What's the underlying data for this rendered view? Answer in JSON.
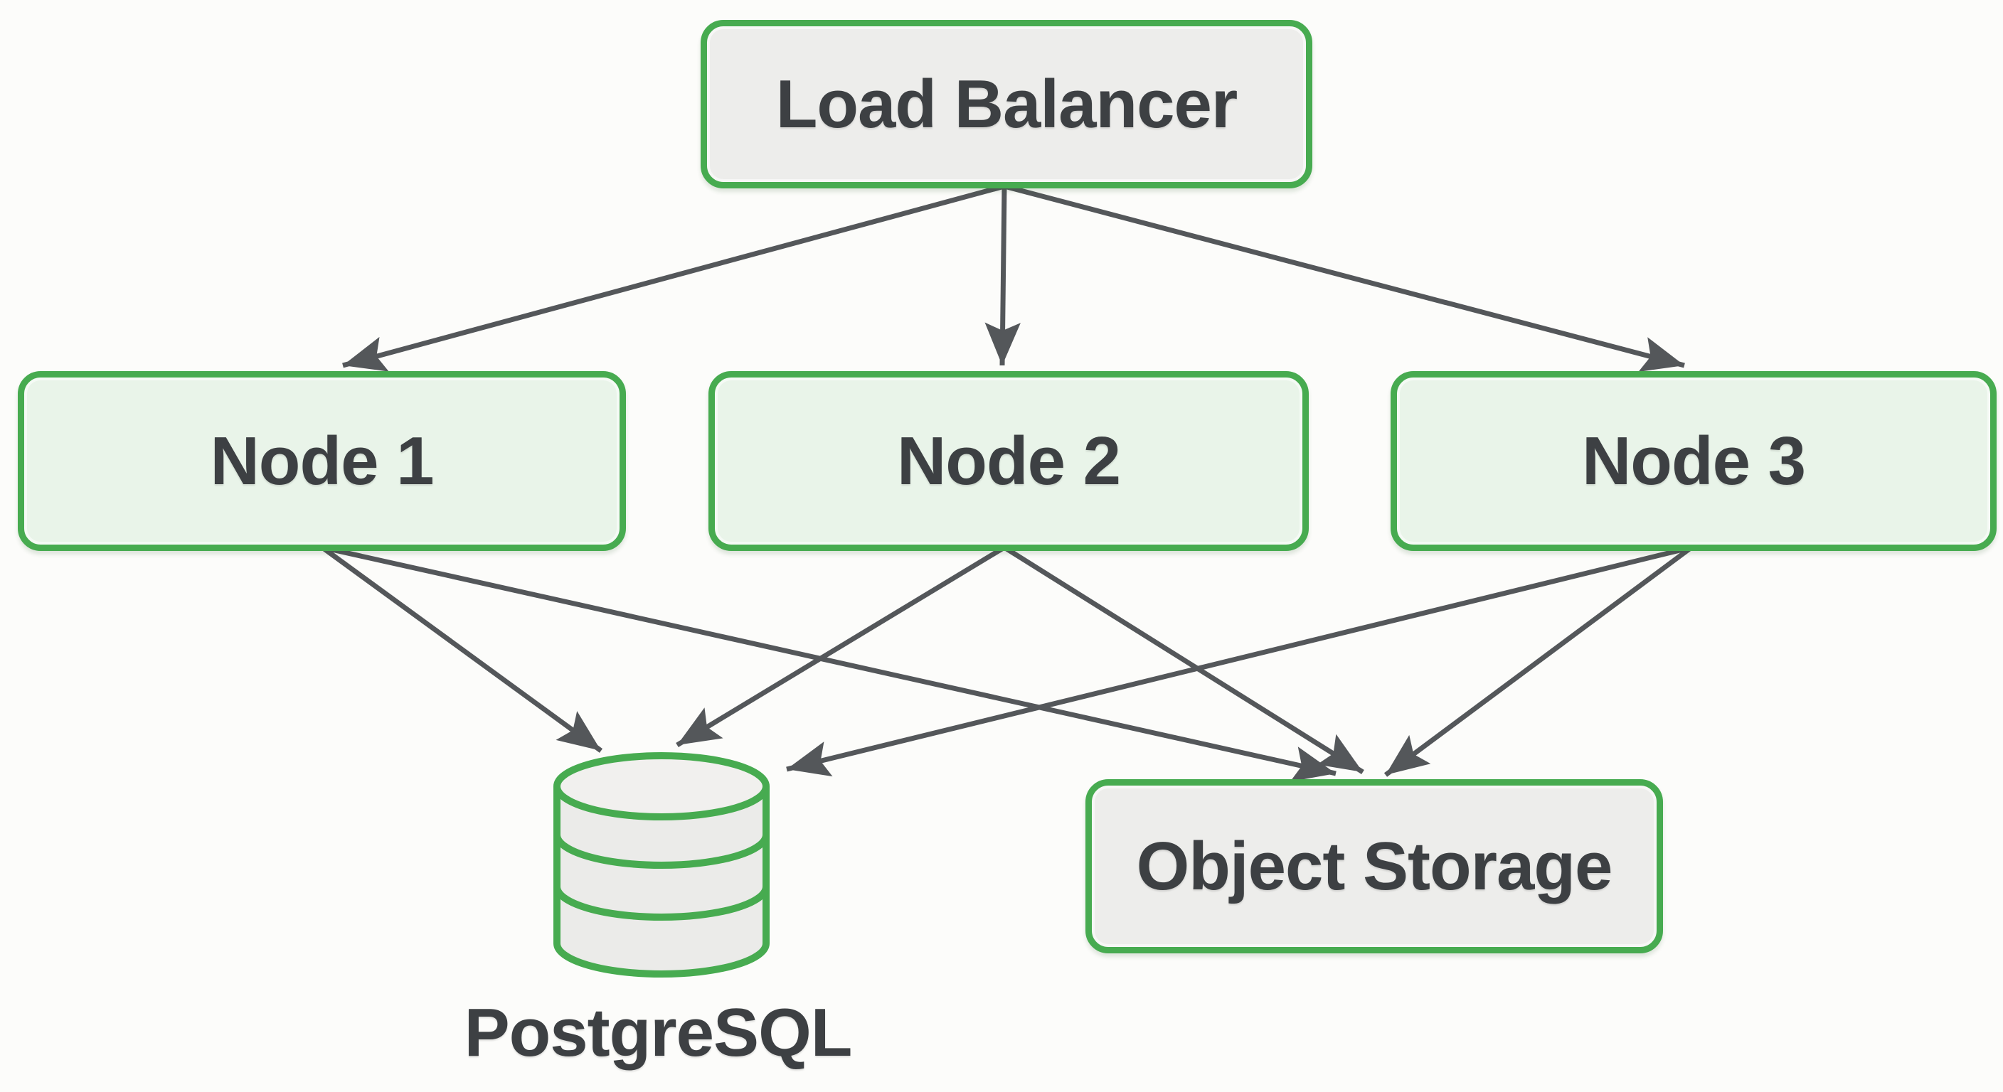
{
  "page": {
    "background_color": "#fcfcfa"
  },
  "diagram": {
    "type": "architecture-flowchart",
    "colors": {
      "accent_green": "#47ab50",
      "node_fill_green": "#e9f4e9",
      "box_fill_grey": "#ededeb",
      "arrow_grey": "#54575a",
      "label_text": "#3d4043"
    },
    "nodes": {
      "load_balancer": {
        "label": "Load Balancer",
        "shape": "rounded-rect",
        "fill": "grey"
      },
      "node1": {
        "label": "Node 1",
        "shape": "rounded-rect",
        "fill": "green"
      },
      "node2": {
        "label": "Node 2",
        "shape": "rounded-rect",
        "fill": "green"
      },
      "node3": {
        "label": "Node 3",
        "shape": "rounded-rect",
        "fill": "green"
      },
      "postgresql": {
        "label": "PostgreSQL",
        "shape": "database-cylinder",
        "fill": "grey"
      },
      "object_storage": {
        "label": "Object Storage",
        "shape": "rounded-rect",
        "fill": "grey"
      }
    },
    "edges": [
      {
        "from": "Load Balancer",
        "to": "Node 1"
      },
      {
        "from": "Load Balancer",
        "to": "Node 2"
      },
      {
        "from": "Load Balancer",
        "to": "Node 3"
      },
      {
        "from": "Node 1",
        "to": "PostgreSQL"
      },
      {
        "from": "Node 1",
        "to": "Object Storage"
      },
      {
        "from": "Node 2",
        "to": "PostgreSQL"
      },
      {
        "from": "Node 2",
        "to": "Object Storage"
      },
      {
        "from": "Node 3",
        "to": "PostgreSQL"
      },
      {
        "from": "Node 3",
        "to": "Object Storage"
      }
    ]
  }
}
